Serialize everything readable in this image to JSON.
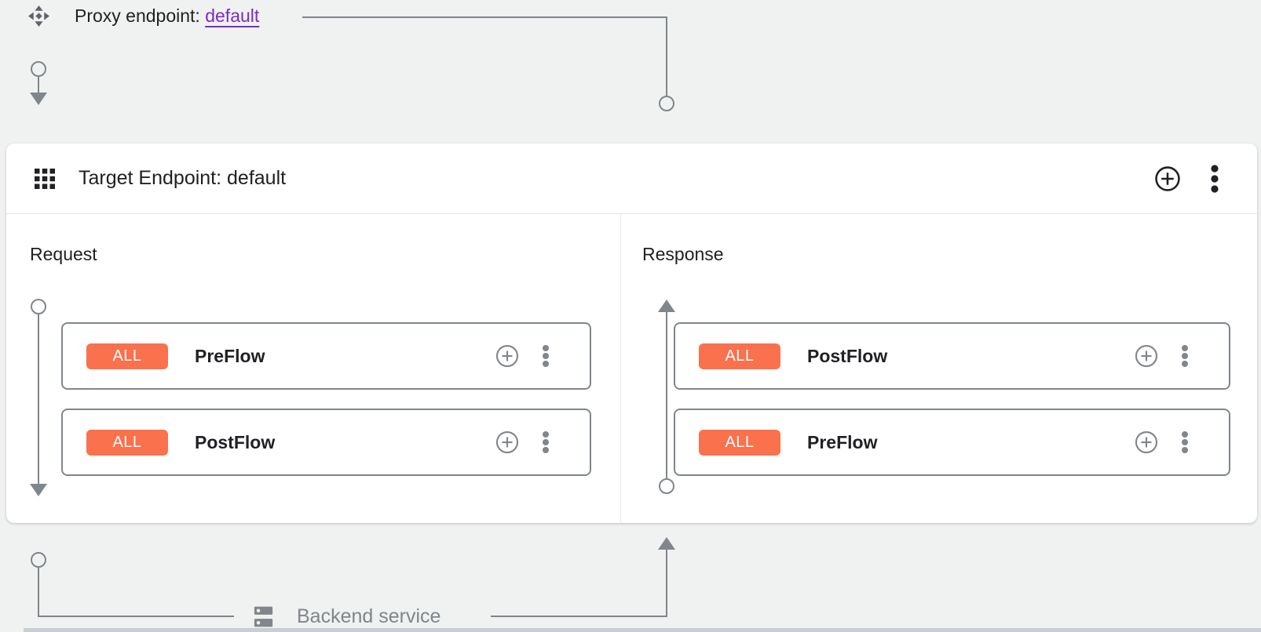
{
  "proxy": {
    "label": "Proxy endpoint:",
    "link_text": "default"
  },
  "target": {
    "title": "Target Endpoint: default"
  },
  "request": {
    "heading": "Request",
    "flows": [
      {
        "badge": "ALL",
        "name": "PreFlow"
      },
      {
        "badge": "ALL",
        "name": "PostFlow"
      }
    ]
  },
  "response": {
    "heading": "Response",
    "flows": [
      {
        "badge": "ALL",
        "name": "PostFlow"
      },
      {
        "badge": "ALL",
        "name": "PreFlow"
      }
    ]
  },
  "backend": {
    "label": "Backend service"
  },
  "colors": {
    "badge_orange": "#F9714D",
    "link_purple": "#7C2BC7",
    "connector_gray": "#80868B",
    "ink": "#202124",
    "muted": "#80868B",
    "bg": "#F0F1F1"
  },
  "icons": {
    "proxy_endpoint": "diamond-cluster-icon",
    "target_endpoint": "grid-3x3-icon",
    "add": "plus-circle-icon",
    "menu": "kebab-vertical-icon",
    "backend": "dns-server-icon"
  }
}
